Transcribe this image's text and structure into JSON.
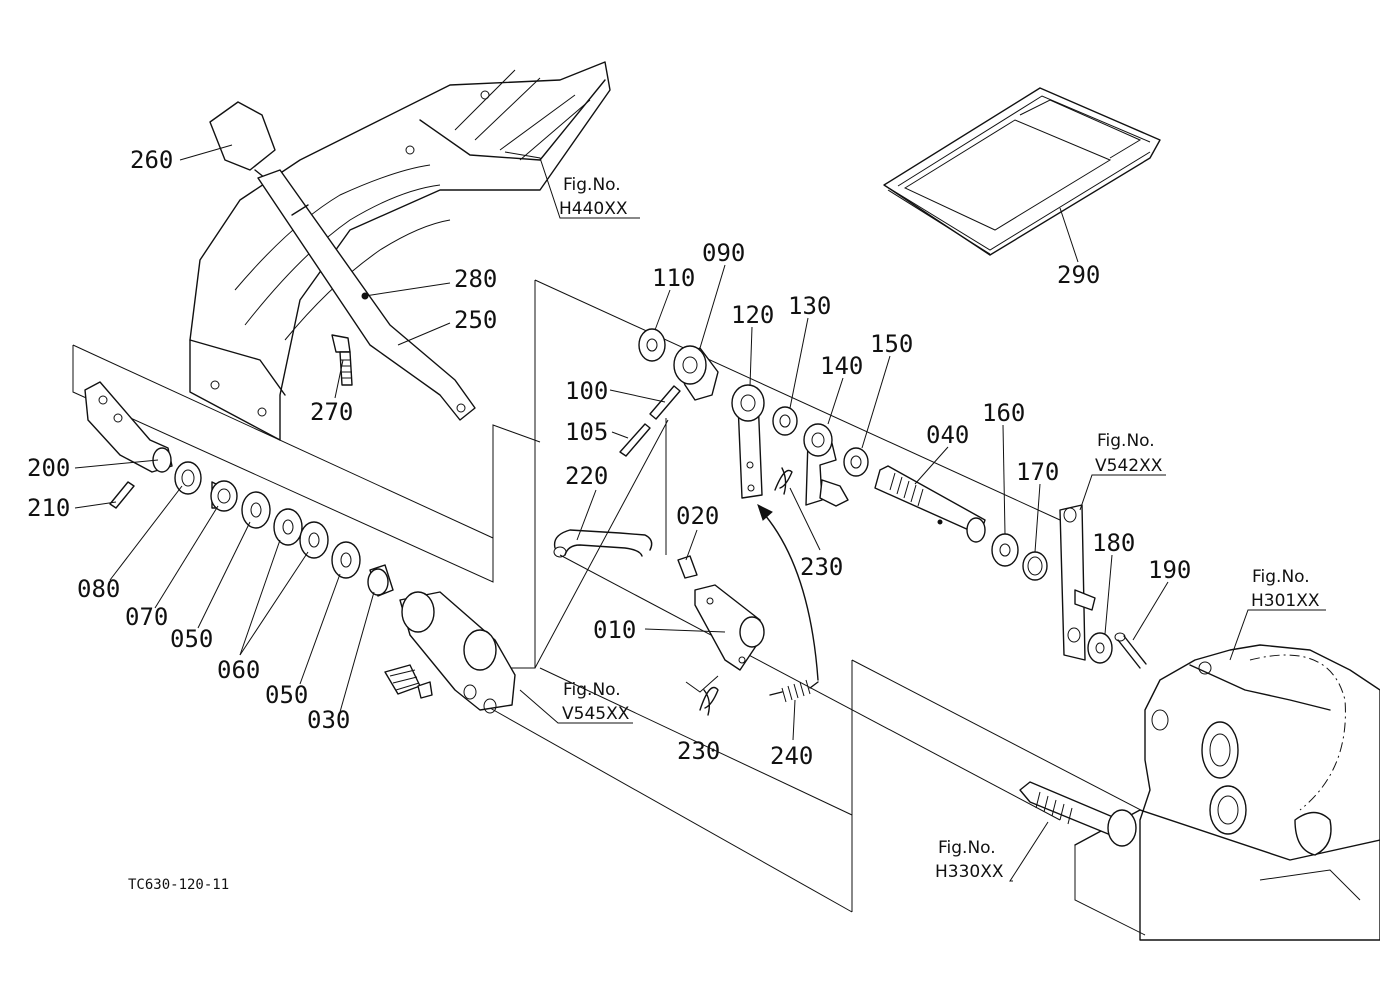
{
  "diagram_code": "TC630-120-11",
  "part_labels": {
    "p260": "260",
    "p280": "280",
    "p250": "250",
    "p270": "270",
    "p200": "200",
    "p210": "210",
    "p080": "080",
    "p070": "070",
    "p050a": "050",
    "p060": "060",
    "p050b": "050",
    "p030": "030",
    "p110": "110",
    "p090": "090",
    "p120": "120",
    "p130": "130",
    "p140": "140",
    "p150": "150",
    "p100": "100",
    "p105": "105",
    "p040": "040",
    "p160": "160",
    "p170": "170",
    "p220": "220",
    "p020": "020",
    "p230a": "230",
    "p010": "010",
    "p230b": "230",
    "p240": "240",
    "p180": "180",
    "p190": "190",
    "p290": "290"
  },
  "fig_refs": {
    "h440": {
      "line1": "Fig.No.",
      "line2": "H440XX"
    },
    "v542": {
      "line1": "Fig.No.",
      "line2": "V542XX"
    },
    "h301": {
      "line1": "Fig.No.",
      "line2": "H301XX"
    },
    "v545": {
      "line1": "Fig.No.",
      "line2": "V545XX"
    },
    "h330": {
      "line1": "Fig.No.",
      "line2": "H330XX"
    }
  }
}
